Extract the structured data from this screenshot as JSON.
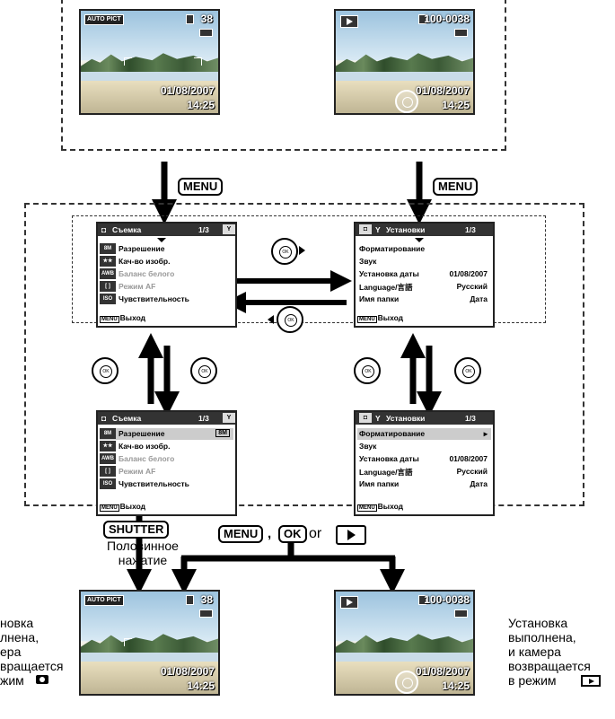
{
  "top_screens": {
    "capture": {
      "mode": "AUTO PICT",
      "shots": "38",
      "date": "01/08/2007",
      "time": "14:25"
    },
    "playback": {
      "file": "100-0038",
      "date": "01/08/2007",
      "time": "14:25"
    }
  },
  "buttons": {
    "menu": "MENU",
    "shutter": "SHUTTER",
    "ok": "OK",
    "or": "or",
    "comma": ","
  },
  "menu_capture_1": {
    "title": "Съемка",
    "page": "1/3",
    "items": [
      {
        "icon": "8M",
        "label": "Разрешение",
        "dim": false
      },
      {
        "icon": "★★",
        "label": "Кач-во изобр.",
        "dim": false
      },
      {
        "icon": "AWB",
        "label": "Баланс белого",
        "dim": true
      },
      {
        "icon": "[ ]",
        "label": "Режим AF",
        "dim": true
      },
      {
        "icon": "ISO",
        "label": "Чувствительность",
        "dim": false
      }
    ],
    "footer": "Выход"
  },
  "menu_setup_1": {
    "title": "Установки",
    "page": "1/3",
    "items": [
      {
        "label": "Форматирование",
        "value": ""
      },
      {
        "label": "Звук",
        "value": ""
      },
      {
        "label": "Установка даты",
        "value": "01/08/2007"
      },
      {
        "label": "Language/言語",
        "value": "Русский"
      },
      {
        "label": "Имя папки",
        "value": "Дата"
      }
    ],
    "footer": "Выход"
  },
  "menu_capture_2": {
    "title": "Съемка",
    "page": "1/3",
    "value": "8M",
    "items": [
      {
        "icon": "8M",
        "label": "Разрешение",
        "dim": false
      },
      {
        "icon": "★★",
        "label": "Кач-во изобр.",
        "dim": false
      },
      {
        "icon": "AWB",
        "label": "Баланс белого",
        "dim": true
      },
      {
        "icon": "[ ]",
        "label": "Режим AF",
        "dim": true
      },
      {
        "icon": "ISO",
        "label": "Чувствительность",
        "dim": false
      }
    ],
    "footer": "Выход"
  },
  "menu_setup_2": {
    "title": "Установки",
    "page": "1/3",
    "items": [
      {
        "label": "Форматирование",
        "value": ""
      },
      {
        "label": "Звук",
        "value": ""
      },
      {
        "label": "Установка даты",
        "value": "01/08/2007"
      },
      {
        "label": "Language/言語",
        "value": "Русский"
      },
      {
        "label": "Имя папки",
        "value": "Дата"
      }
    ],
    "footer": "Выход"
  },
  "half_press": "Половинное нажатие",
  "bottom_screens": {
    "capture": {
      "mode": "AUTO PICT",
      "shots": "38",
      "date": "01/08/2007",
      "time": "14:25"
    },
    "playback": {
      "file": "100-0038",
      "date": "01/08/2007",
      "time": "14:25"
    }
  },
  "captions": {
    "left": "новка\nлнена,\nера\nвращается\nжим",
    "right": "Установка\nвыполнена,\nи камера\nвозвращается\nв режим"
  }
}
